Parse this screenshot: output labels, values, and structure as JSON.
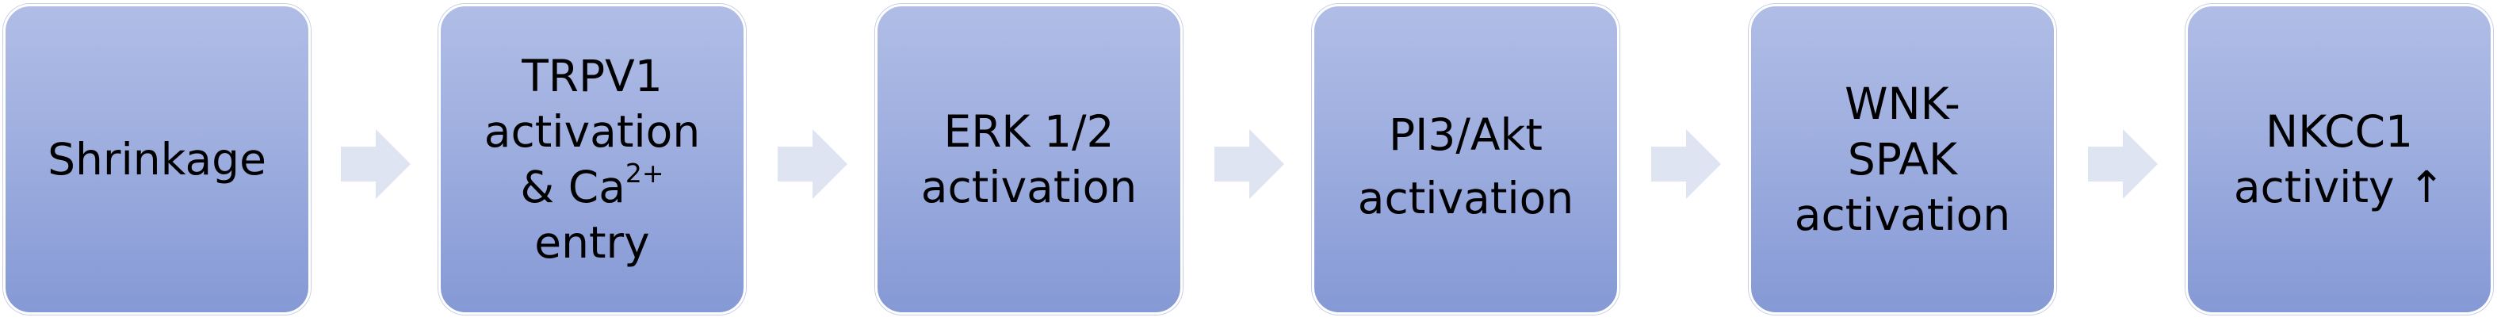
{
  "steps": [
    {
      "lines": [
        "Shrinkage"
      ]
    },
    {
      "lines": [
        "TRPV1",
        "activation",
        "& Ca"
      ],
      "superscript": "2+",
      "after_superscript": [
        "entry"
      ]
    },
    {
      "lines": [
        "ERK 1/2",
        "activation"
      ]
    },
    {
      "lines": [
        "PI3/Akt",
        "activation"
      ]
    },
    {
      "lines": [
        "WNK-",
        "SPAK",
        "activation"
      ]
    },
    {
      "lines": [
        "NKCC1",
        "activity ↑"
      ]
    }
  ],
  "colors": {
    "box_top": "#b0bde6",
    "box_bottom": "#8599d5",
    "arrow": "#dfe4f3"
  },
  "icons": {
    "arrow": "right-arrow-icon"
  }
}
